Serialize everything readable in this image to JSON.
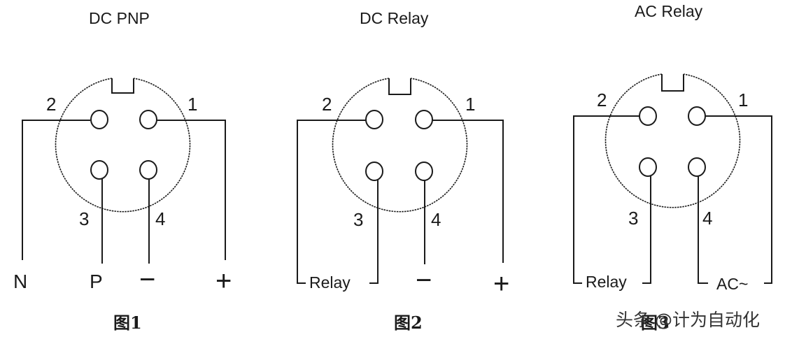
{
  "diagrams": [
    {
      "title": "DC PNP",
      "pins": [
        "2",
        "1",
        "3",
        "4"
      ],
      "terminals": [
        "N",
        "P",
        "−",
        "+"
      ],
      "caption": "图1"
    },
    {
      "title": "DC Relay",
      "pins": [
        "2",
        "1",
        "3",
        "4"
      ],
      "relay_label": "Relay",
      "terminals": [
        "−",
        "+"
      ],
      "caption": "图2"
    },
    {
      "title": "AC Relay",
      "pins": [
        "2",
        "1",
        "3",
        "4"
      ],
      "relay_label": "Relay",
      "ac_label": "AC~",
      "caption": "图3"
    }
  ],
  "watermark": {
    "platform": "头条",
    "handle": "@计为自动化"
  },
  "colors": {
    "line": "#1a1a1a",
    "background": "#ffffff"
  }
}
